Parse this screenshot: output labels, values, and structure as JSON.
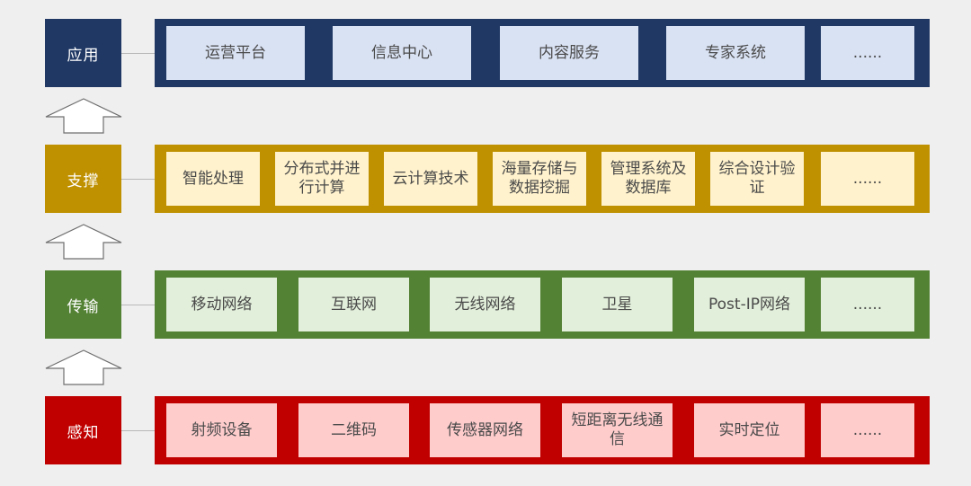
{
  "colors": {
    "app": {
      "dark": "#1f3864",
      "light": "#d9e2f3"
    },
    "support": {
      "dark": "#bf9000",
      "light": "#fff2cc"
    },
    "transport": {
      "dark": "#548235",
      "light": "#e2efda"
    },
    "sensing": {
      "dark": "#c00000",
      "light": "#ffcccc"
    }
  },
  "layers": {
    "app": {
      "label": "应用",
      "items": [
        "运营平台",
        "信息中心",
        "内容服务",
        "专家系统",
        "......"
      ]
    },
    "support": {
      "label": "支撑",
      "items": [
        "智能处理",
        "分布式并进行计算",
        "云计算技术",
        "海量存储与数据挖掘",
        "管理系统及数据库",
        "综合设计验证",
        "......"
      ]
    },
    "transport": {
      "label": "传输",
      "items": [
        "移动网络",
        "互联网",
        "无线网络",
        "卫星",
        "Post-IP网络",
        "......"
      ]
    },
    "sensing": {
      "label": "感知",
      "items": [
        "射频设备",
        "二维码",
        "传感器网络",
        "短距离无线通信",
        "实时定位",
        "......"
      ]
    }
  }
}
